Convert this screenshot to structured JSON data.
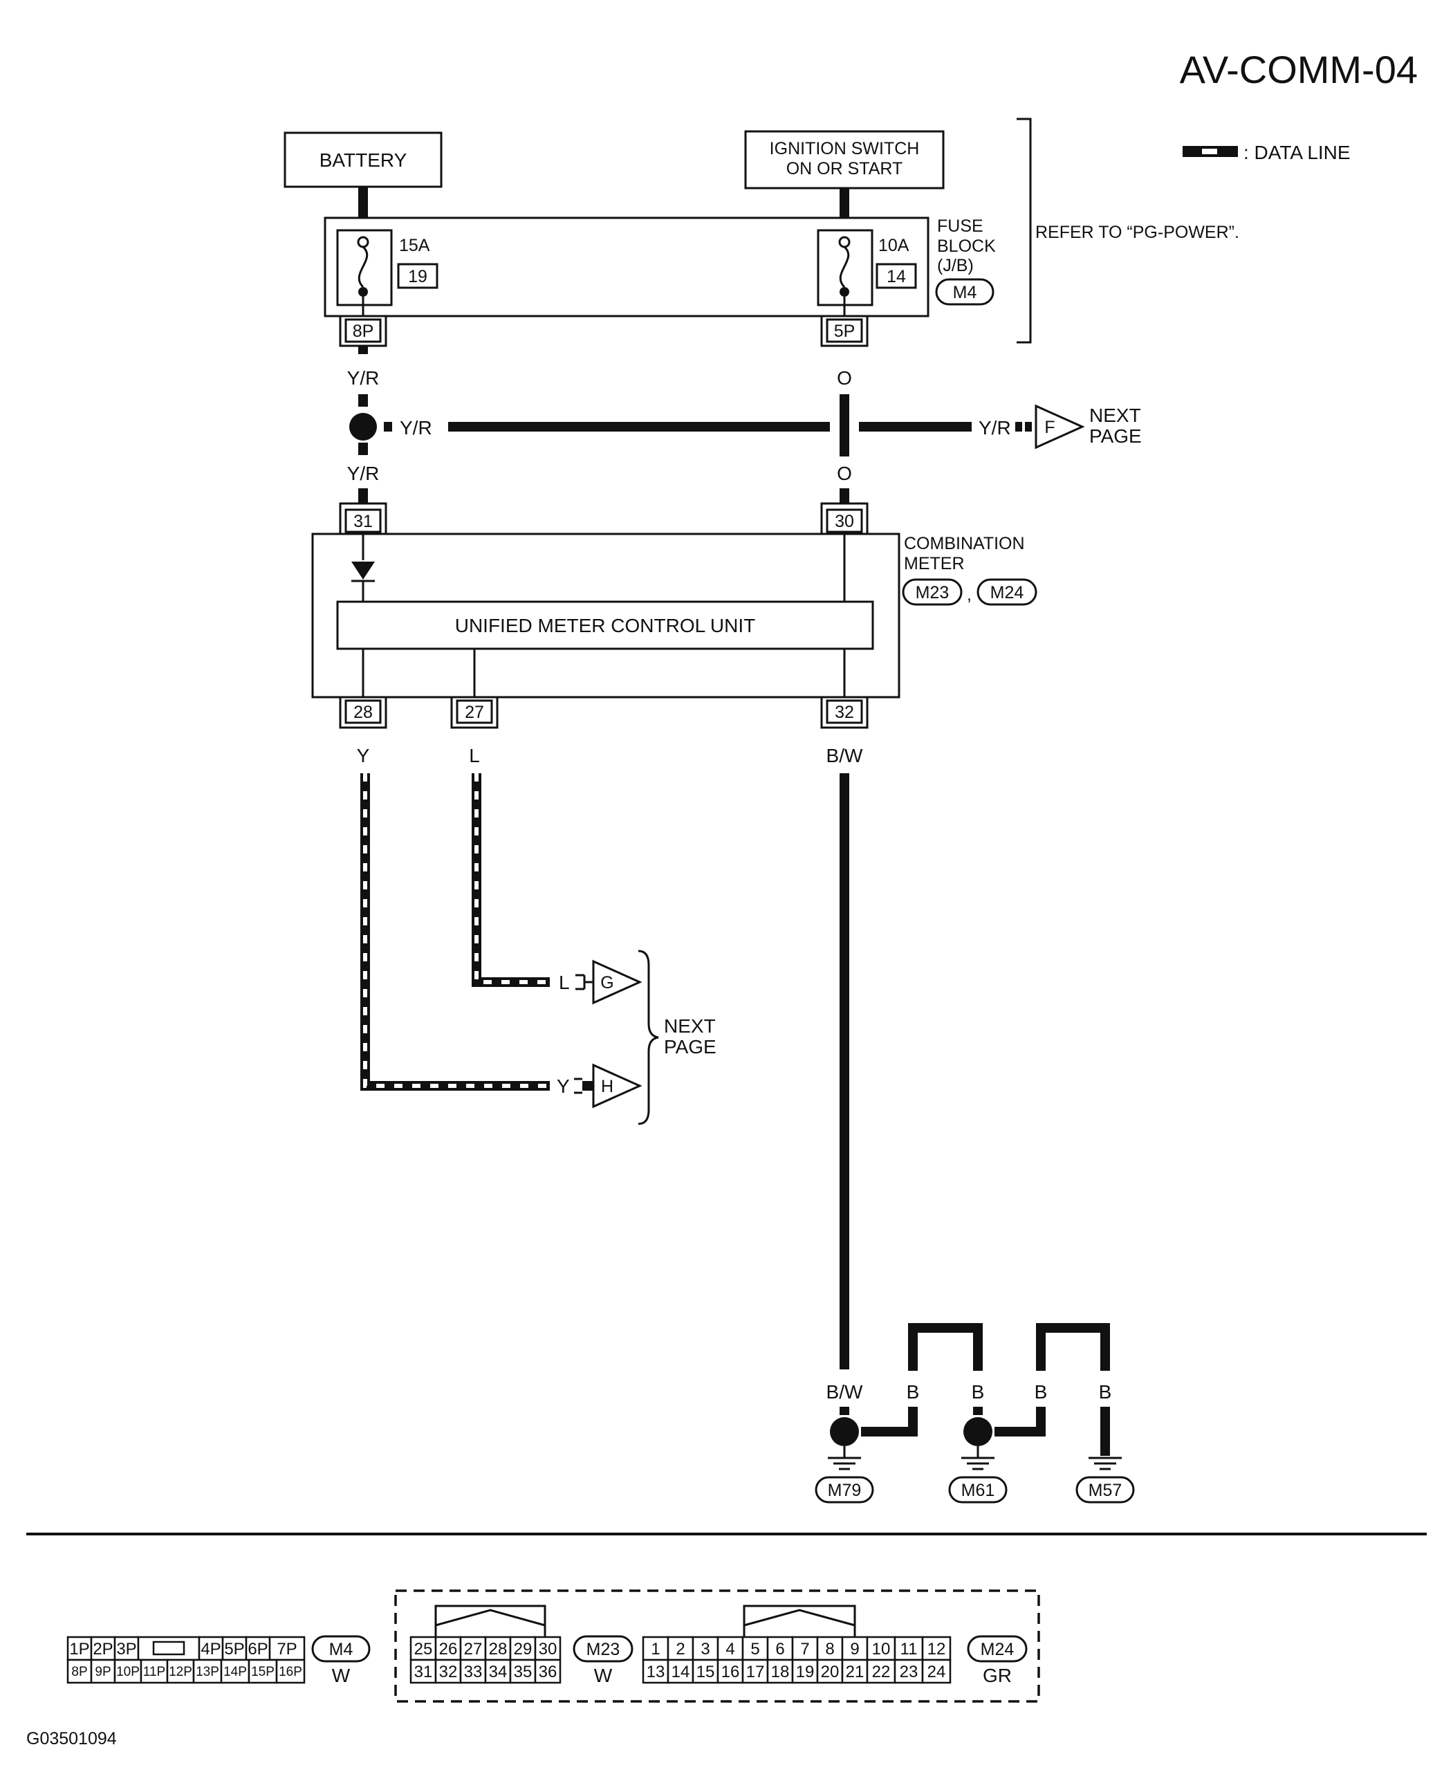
{
  "page_code": "AV-COMM-04",
  "legend": {
    "data_line_label": ": DATA LINE"
  },
  "battery_label": "BATTERY",
  "ignition_label_line1": "IGNITION SWITCH",
  "ignition_label_line2": "ON OR START",
  "fuse_block": {
    "label_line1": "FUSE",
    "label_line2": "BLOCK",
    "label_line3": "(J/B)",
    "connector": "M4",
    "refer_note": "REFER TO “PG-POWER”.",
    "fuse_left_rating": "15A",
    "fuse_left_number": "19",
    "fuse_right_rating": "10A",
    "fuse_right_number": "14",
    "terminal_left": "8P",
    "terminal_right": "5P"
  },
  "wires": {
    "yr": "Y/R",
    "o": "O",
    "y": "Y",
    "l": "L",
    "bw": "B/W",
    "b": "B"
  },
  "next_page": {
    "line1": "NEXT",
    "line2": "PAGE",
    "flag_f": "F",
    "flag_g": "G",
    "flag_h": "H"
  },
  "combination_meter": {
    "label_line1": "COMBINATION",
    "label_line2": "METER",
    "connector_a": "M23",
    "connector_b": "M24",
    "separator": ",",
    "unit_label": "UNIFIED METER CONTROL UNIT",
    "terminal_31": "31",
    "terminal_30": "30",
    "terminal_28": "28",
    "terminal_27": "27",
    "terminal_32": "32"
  },
  "grounds": [
    "M79",
    "M61",
    "M57"
  ],
  "connectors": {
    "m4": {
      "id": "M4",
      "color": "W",
      "top": [
        "1P",
        "2P",
        "3P",
        "",
        "4P",
        "5P",
        "6P",
        "7P"
      ],
      "bottom": [
        "8P",
        "9P",
        "10P",
        "11P",
        "12P",
        "13P",
        "14P",
        "15P",
        "16P"
      ]
    },
    "m23": {
      "id": "M23",
      "color": "W",
      "top": [
        "25",
        "26",
        "27",
        "28",
        "29",
        "30"
      ],
      "bottom": [
        "31",
        "32",
        "33",
        "34",
        "35",
        "36"
      ]
    },
    "m24": {
      "id": "M24",
      "color": "GR",
      "top": [
        "1",
        "2",
        "3",
        "4",
        "5",
        "6",
        "7",
        "8",
        "9",
        "10",
        "11",
        "12"
      ],
      "bottom": [
        "13",
        "14",
        "15",
        "16",
        "17",
        "18",
        "19",
        "20",
        "21",
        "22",
        "23",
        "24"
      ]
    }
  },
  "figure_code": "G03501094"
}
